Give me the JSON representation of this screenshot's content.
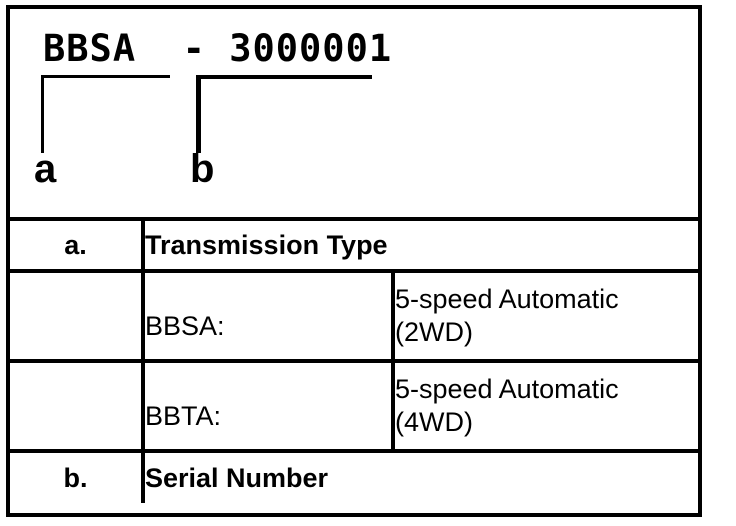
{
  "diagram": {
    "code_example": "BBSA  - 3000001",
    "transmission_code": "BBSA",
    "separator": "-",
    "serial_number": "3000001",
    "callout_a_label": "a",
    "callout_b_label": "b",
    "line_color": "#000000"
  },
  "table": {
    "rows": [
      {
        "key": "a.",
        "title": "Transmission Type",
        "type": "header"
      },
      {
        "key": "",
        "code": "BBSA:",
        "description": "5-speed Automatic (2WD)",
        "type": "detail"
      },
      {
        "key": "",
        "code": "BBTA:",
        "description": "5-speed Automatic (4WD)",
        "type": "detail"
      },
      {
        "key": "b.",
        "title": "Serial Number",
        "type": "header"
      }
    ]
  },
  "colors": {
    "background": "#ffffff",
    "foreground": "#000000",
    "border": "#000000"
  }
}
